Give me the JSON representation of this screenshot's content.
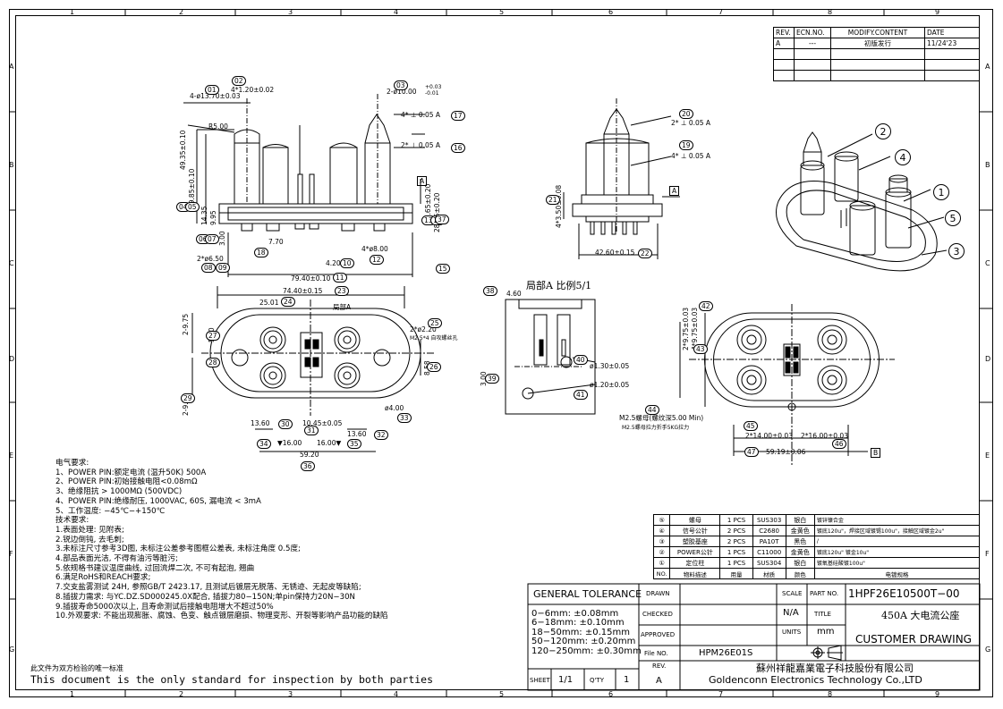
{
  "zones": {
    "top": [
      "1",
      "2",
      "3",
      "4",
      "5",
      "6",
      "7",
      "8",
      "9"
    ],
    "bottom": [
      "1",
      "2",
      "3",
      "4",
      "5",
      "6",
      "7",
      "8",
      "9"
    ],
    "left": [
      "A",
      "B",
      "C",
      "D",
      "E",
      "F",
      "G"
    ],
    "right": [
      "A",
      "B",
      "C",
      "D",
      "E",
      "F",
      "G"
    ]
  },
  "revision": {
    "headers": [
      "REV.",
      "ECN.NO.",
      "MODIFY.CONTENT",
      "DATE"
    ],
    "rows": [
      [
        "A",
        "---",
        "初版发行",
        "11/24'23"
      ]
    ]
  },
  "dims": {
    "d01": "4-ø13.70±0.03",
    "d02": "4*1.20±0.02",
    "d03a": "2-ø10.00",
    "d03b": "+0.03",
    "d03c": "-0.01",
    "r": "R5.00",
    "d17": "4* ⊥ 0.05 A",
    "d16": "2* ⊥ 0.05 A",
    "v04": "49.35±0.10",
    "v05": "39.85±0.10",
    "v06": "14.35",
    "v07": "9.95",
    "v09": "3.00",
    "v11": "26.65±0.20",
    "v12": "28.15±0.20",
    "h770": "7.70",
    "h18": "18",
    "h8": "4*ø8.00",
    "h650": "2*ø6.50",
    "h420": "4.20",
    "h7940": "79.40±0.10",
    "h7440": "74.40±0.15",
    "h2501": "25.01",
    "detailA": "局部A",
    "d25a": "2*ø2.20",
    "d25b": "M2.5*4 自攻螺丝孔",
    "v2975a": "2-9.75",
    "v2975b": "2-9.75",
    "v500": "5.00",
    "v858": "8.58",
    "h1360": "13.60",
    "h1045": "10.45±0.05",
    "h1360b": "13.60",
    "h1600a": "▼16.00",
    "h1600b": "16.00▼",
    "h5920": "59.20",
    "d33": "ø4.00",
    "detailTitle": "局部A 比例5/1",
    "d460": "4.60",
    "d130": "ø1.30±0.05",
    "d120": "ø1.20±0.05",
    "v300": "3.00",
    "d20": "2* ⊥ 0.05 A",
    "d19": "4* ⊥ 0.05 A",
    "v21": "4*3.50±0.08",
    "h4260": "42.60±0.15",
    "v2975c": "2*9.75±0.03",
    "v475": "4*9.75±0.03",
    "m25a": "M2.5螺母(螺纹深5.00 Min)",
    "m25b": "M2.5螺母拉力折手5KG拉力",
    "h1400": "2*14.00±0.03",
    "h1600c": "2*16.00±0.03",
    "h5919": "59.19±0.06",
    "bmark": "B",
    "amark": "A"
  },
  "balloons": [
    "01",
    "02",
    "03",
    "04",
    "05",
    "06",
    "07",
    "08",
    "09",
    "10",
    "11",
    "12",
    "13",
    "14",
    "15",
    "16",
    "17",
    "18",
    "19",
    "20",
    "21",
    "22",
    "23",
    "24",
    "25",
    "26",
    "27",
    "28",
    "29",
    "30",
    "31",
    "32",
    "33",
    "34",
    "35",
    "36",
    "37",
    "38",
    "39",
    "40",
    "41",
    "42",
    "43",
    "44",
    "45",
    "46",
    "47"
  ],
  "iso_balloons": [
    "1",
    "2",
    "3",
    "4",
    "5"
  ],
  "requirements": [
    "电气要求:",
    "1、POWER PIN:额定电流 (温升50K) 500A",
    "2、POWER PIN:初始接触电阻<0.08mΩ",
    "3、绝缘阻抗 > 1000MΩ (500VDC)",
    "4、POWER PIN:绝缘耐压, 1000VAC, 60S, 漏电流 < 3mA",
    "5、工作温度: −45℃−+150℃",
    "技术要求:",
    "1.表面处理: 见附表;",
    "2.锐边倒钝, 去毛刺;",
    "3.未标注尺寸参考3D图, 未标注公差参考图框公差表, 未标注角度 0.5度;",
    "4.部品表面光洁, 不得有油污等脏污;",
    "5.依规格书建议温度曲线, 过回流焊二次, 不可有起泡, 翘曲",
    "6.满足RoHS和REACH要求;",
    "7.交支盐雾测试 24H, 参照GB/T 2423.17, 且测试后镀层无脱落、无锈迹、无起皮等缺陷;",
    "8.插拔力需求: 与YC.DZ.SD000245.0X配合, 插拔力80−150N;单pin保持力20N−30N",
    "9.插拔寿命5000次以上, 且寿命测试后接触电阻增大不超过50%",
    "10.外观要求: 不能出现膨胀、腐蚀、色变、触点镀层磨损、物理变形、开裂等影响产品功能的缺陷"
  ],
  "footer": {
    "cn": "此文件为双方检验的唯一标准",
    "en": "This  document  is  the  only  standard  for  inspection  by  both  parties"
  },
  "bom": {
    "rows": [
      [
        "⑤",
        "螺母",
        "1 PCS",
        "SUS303",
        "银白",
        "镀锌镍合金"
      ],
      [
        "④",
        "信号公针",
        "2 PCS",
        "C2680",
        "金黄色",
        "镀底120u\"，焊接区域镀锡100u\"，接触区域镀金2u\""
      ],
      [
        "③",
        "塑胶基座",
        "2 PCS",
        "PA10T",
        "黑色",
        "/"
      ],
      [
        "②",
        "POWER公针",
        "1 PCS",
        "C11000",
        "金黄色",
        "镀底120u\" 镀金10u\""
      ],
      [
        "①",
        "定位柱",
        "1 PCS",
        "SUS304",
        "银白",
        "镀氧基硅酸镀100u\""
      ]
    ],
    "header": [
      "NO.",
      "物料描述",
      "用量",
      "材质",
      "颜色",
      "电镀规格"
    ]
  },
  "tolerance": {
    "title": "GENERAL  TOLERANCE",
    "lines": [
      "0−6mm:  ±0.08mm",
      "6−18mm:  ±0.10mm",
      "18−50mm:  ±0.15mm",
      "50−120mm:  ±0.20mm",
      "120−250mm:  ±0.30mm"
    ]
  },
  "titleblock": {
    "drawn": "DRAWN",
    "checked": "CHECKED",
    "approved": "APPROVED",
    "fileno": "File  NO.",
    "fileno_val": "HPM26E01S",
    "rev": "REV.",
    "rev_val": "A",
    "scale": "SCALE",
    "scale_val": "N/A",
    "units": "UNITS",
    "units_val": "mm",
    "partno": "PART NO.",
    "partno_val": "1HPF26E10500T−00",
    "title": "TITLE",
    "title_val": "450A 大电流公座",
    "drawing_type": "CUSTOMER  DRAWING",
    "sheet": "SHEET",
    "sheet_val": "1/1",
    "qty": "Q'TY",
    "qty_val": "1",
    "company_cn": "蘇州祥龍嘉業電子科技股份有限公司",
    "company_en": "Goldenconn  Electronics  Technology  Co.,LTD"
  }
}
